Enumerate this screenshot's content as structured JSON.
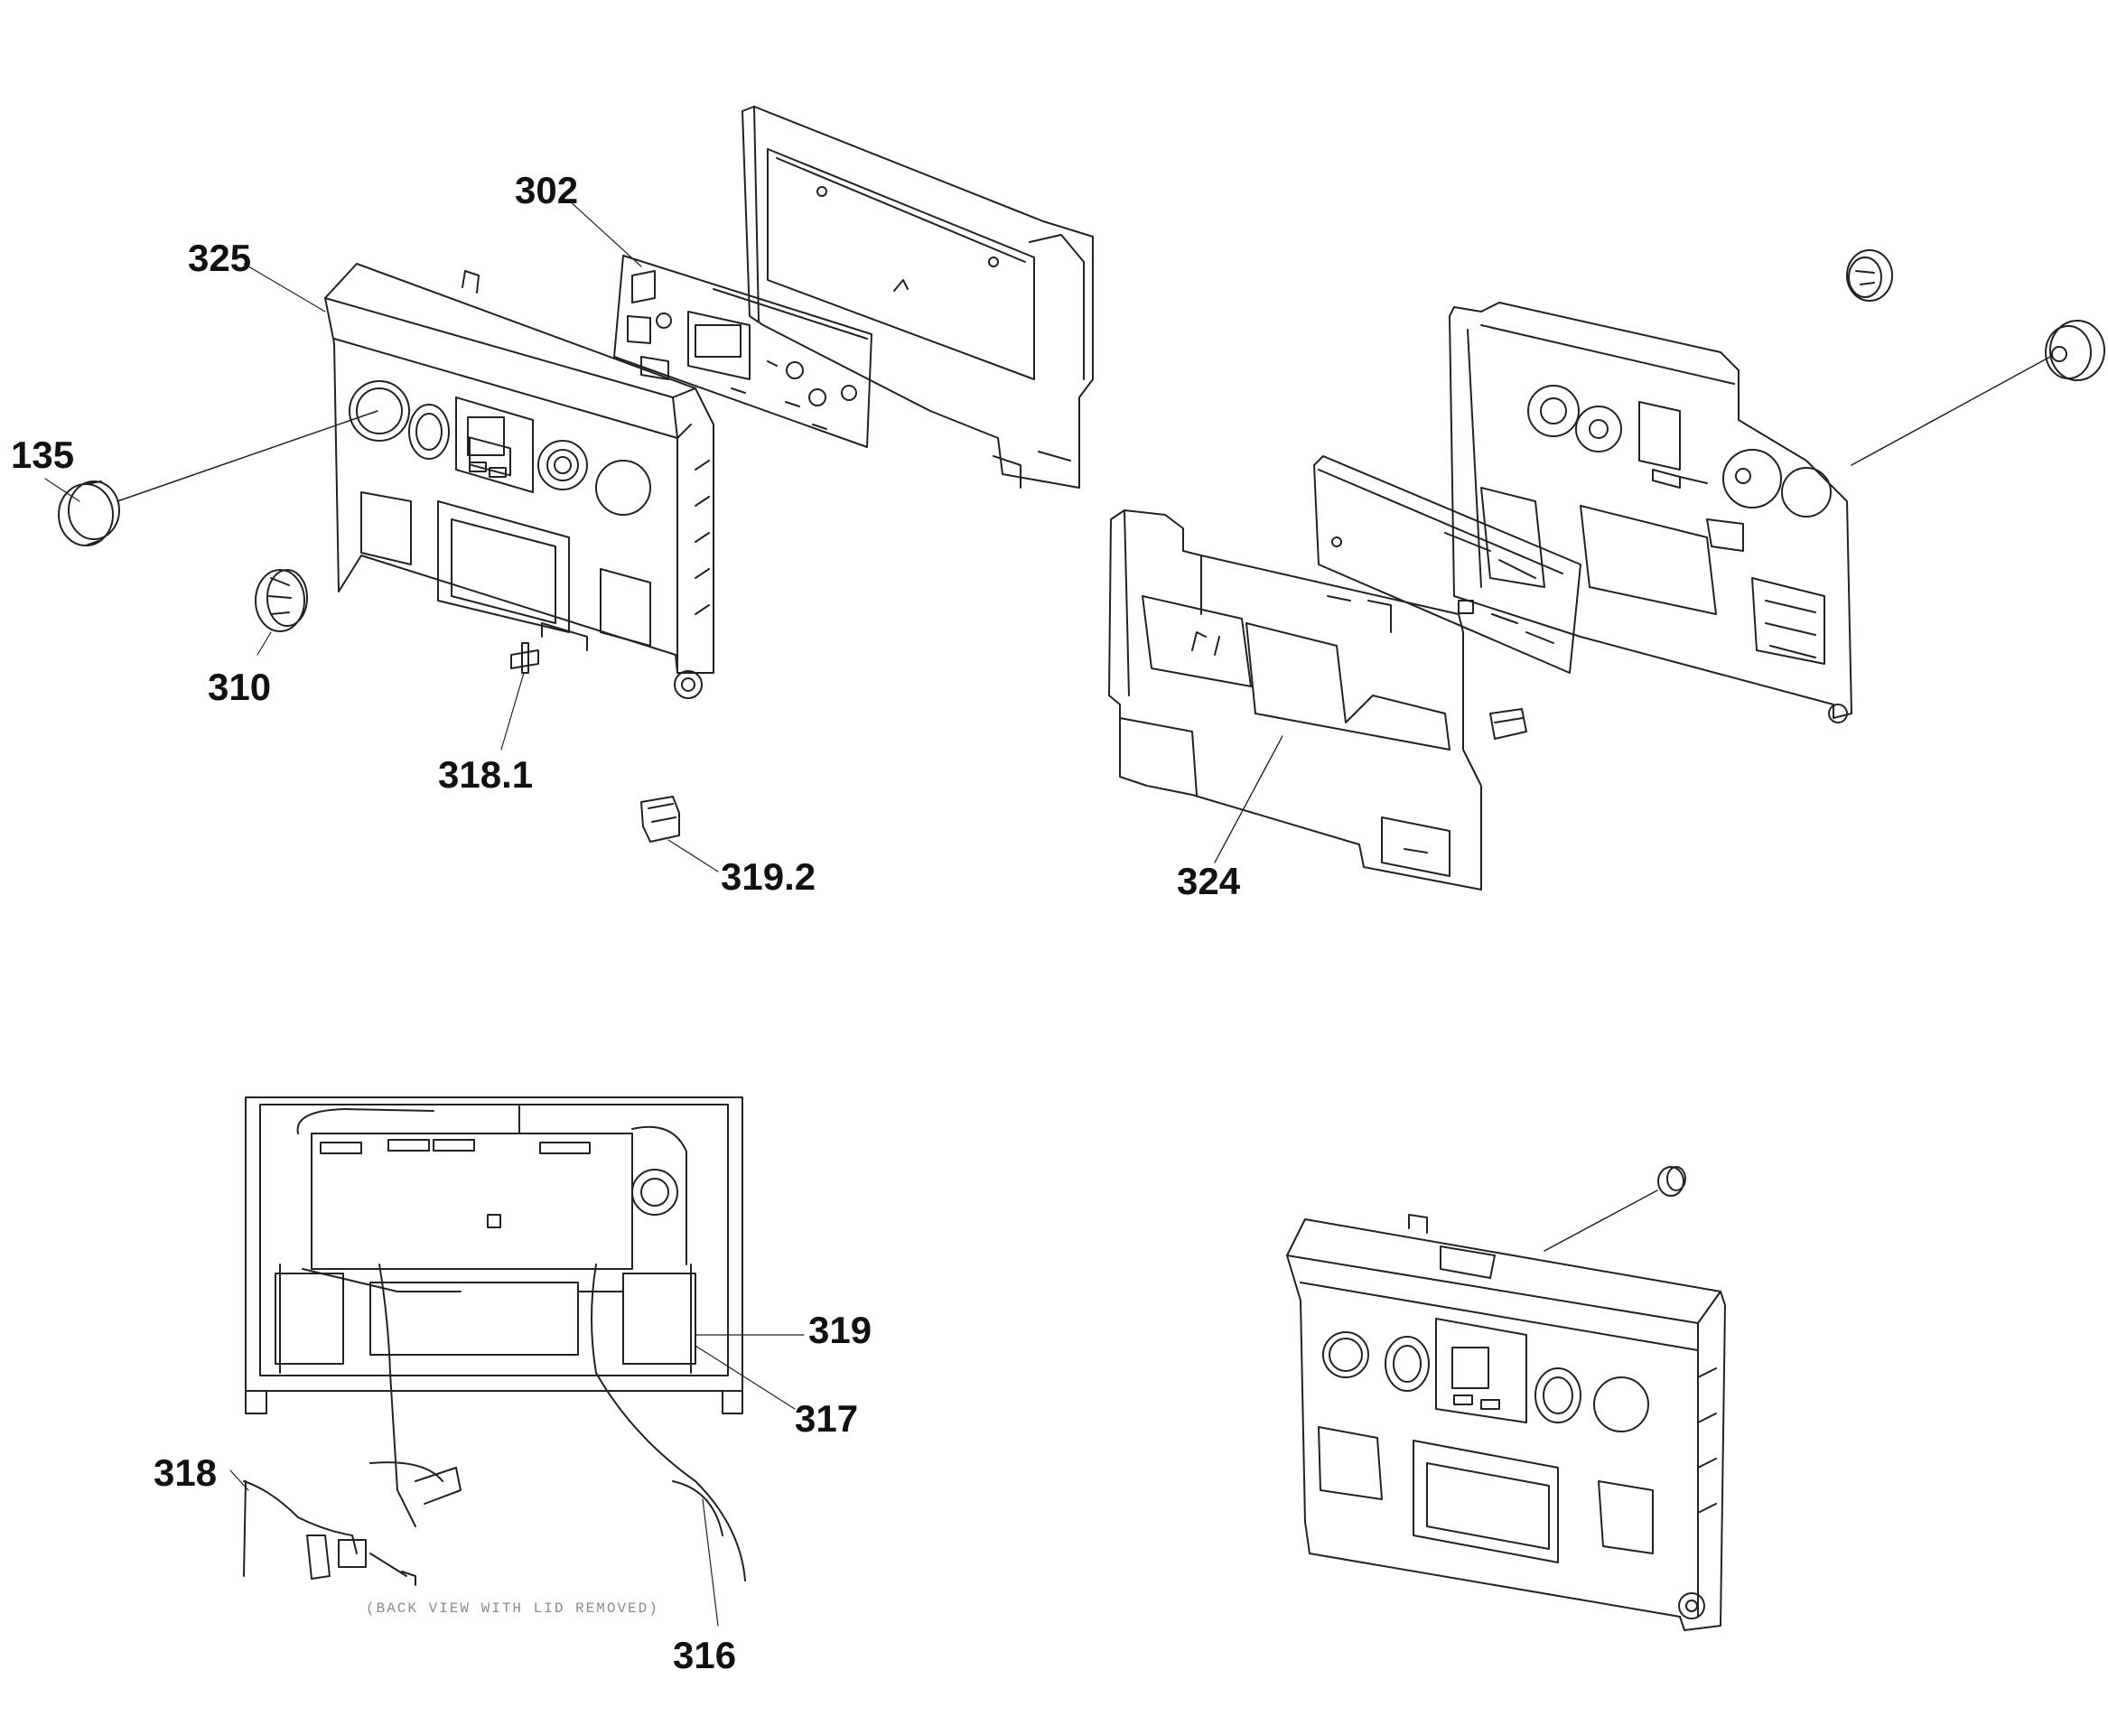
{
  "labels": {
    "l302": "302",
    "l325": "325",
    "l135": "135",
    "l310": "310",
    "l318_1": "318.1",
    "l319_2": "319.2",
    "l324": "324",
    "l319": "319",
    "l317": "317",
    "l318": "318",
    "l316": "316"
  },
  "caption": "(BACK VIEW WITH LID REMOVED)"
}
